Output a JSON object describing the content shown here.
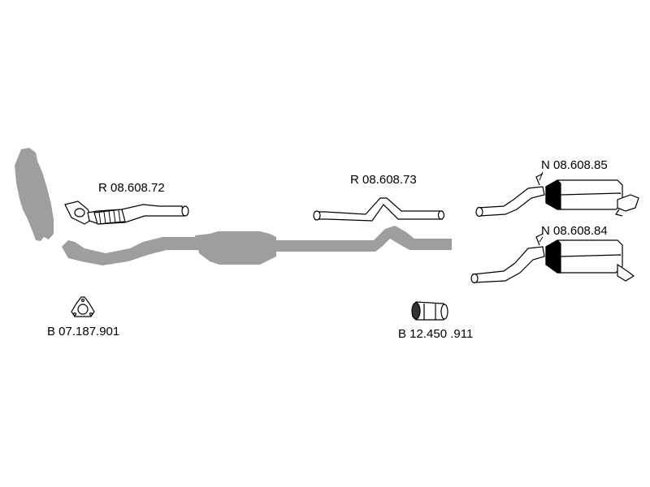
{
  "colors": {
    "background": "#ffffff",
    "assembly_gray": "#9e9e9e",
    "outline": "#000000",
    "part_fill": "#ffffff"
  },
  "labels": {
    "front_pipe": "R 08.608.72",
    "center_pipe": "R 08.608.73",
    "rear_muffler_top": "N 08.608.85",
    "rear_muffler_bottom": "N 08.608.84",
    "gasket": "B 07.187.901",
    "clamp": "B 12.450 .911"
  }
}
